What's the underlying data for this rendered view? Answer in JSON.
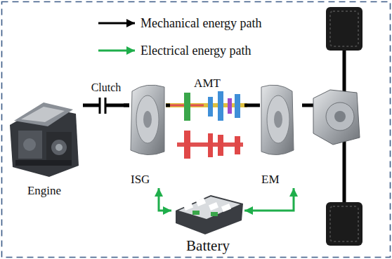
{
  "diagram": {
    "nodes": [
      {
        "text": [
          "Engine"
        ]
      },
      {
        "text": [
          "Clutch"
        ]
      },
      {
        "text": [
          "ISG"
        ]
      },
      {
        "text": [
          "AMT"
        ]
      },
      {
        "text": [
          "EM"
        ]
      },
      {
        "text": [
          "Battery"
        ]
      }
    ],
    "edges": [
      {
        "from": 0,
        "to": 1,
        "arrow": "none"
      },
      {
        "from": 1,
        "to": 2,
        "arrow": "none"
      },
      {
        "from": 2,
        "to": 3,
        "arrow": "none"
      },
      {
        "from": 3,
        "to": 4,
        "arrow": "none"
      },
      {
        "from": 5,
        "to": 2,
        "arrow": "both"
      },
      {
        "from": 5,
        "to": 4,
        "arrow": "both"
      }
    ],
    "legend": [
      {
        "text": "Mechanical energy path"
      },
      {
        "text": "Electrical energy path"
      }
    ]
  }
}
